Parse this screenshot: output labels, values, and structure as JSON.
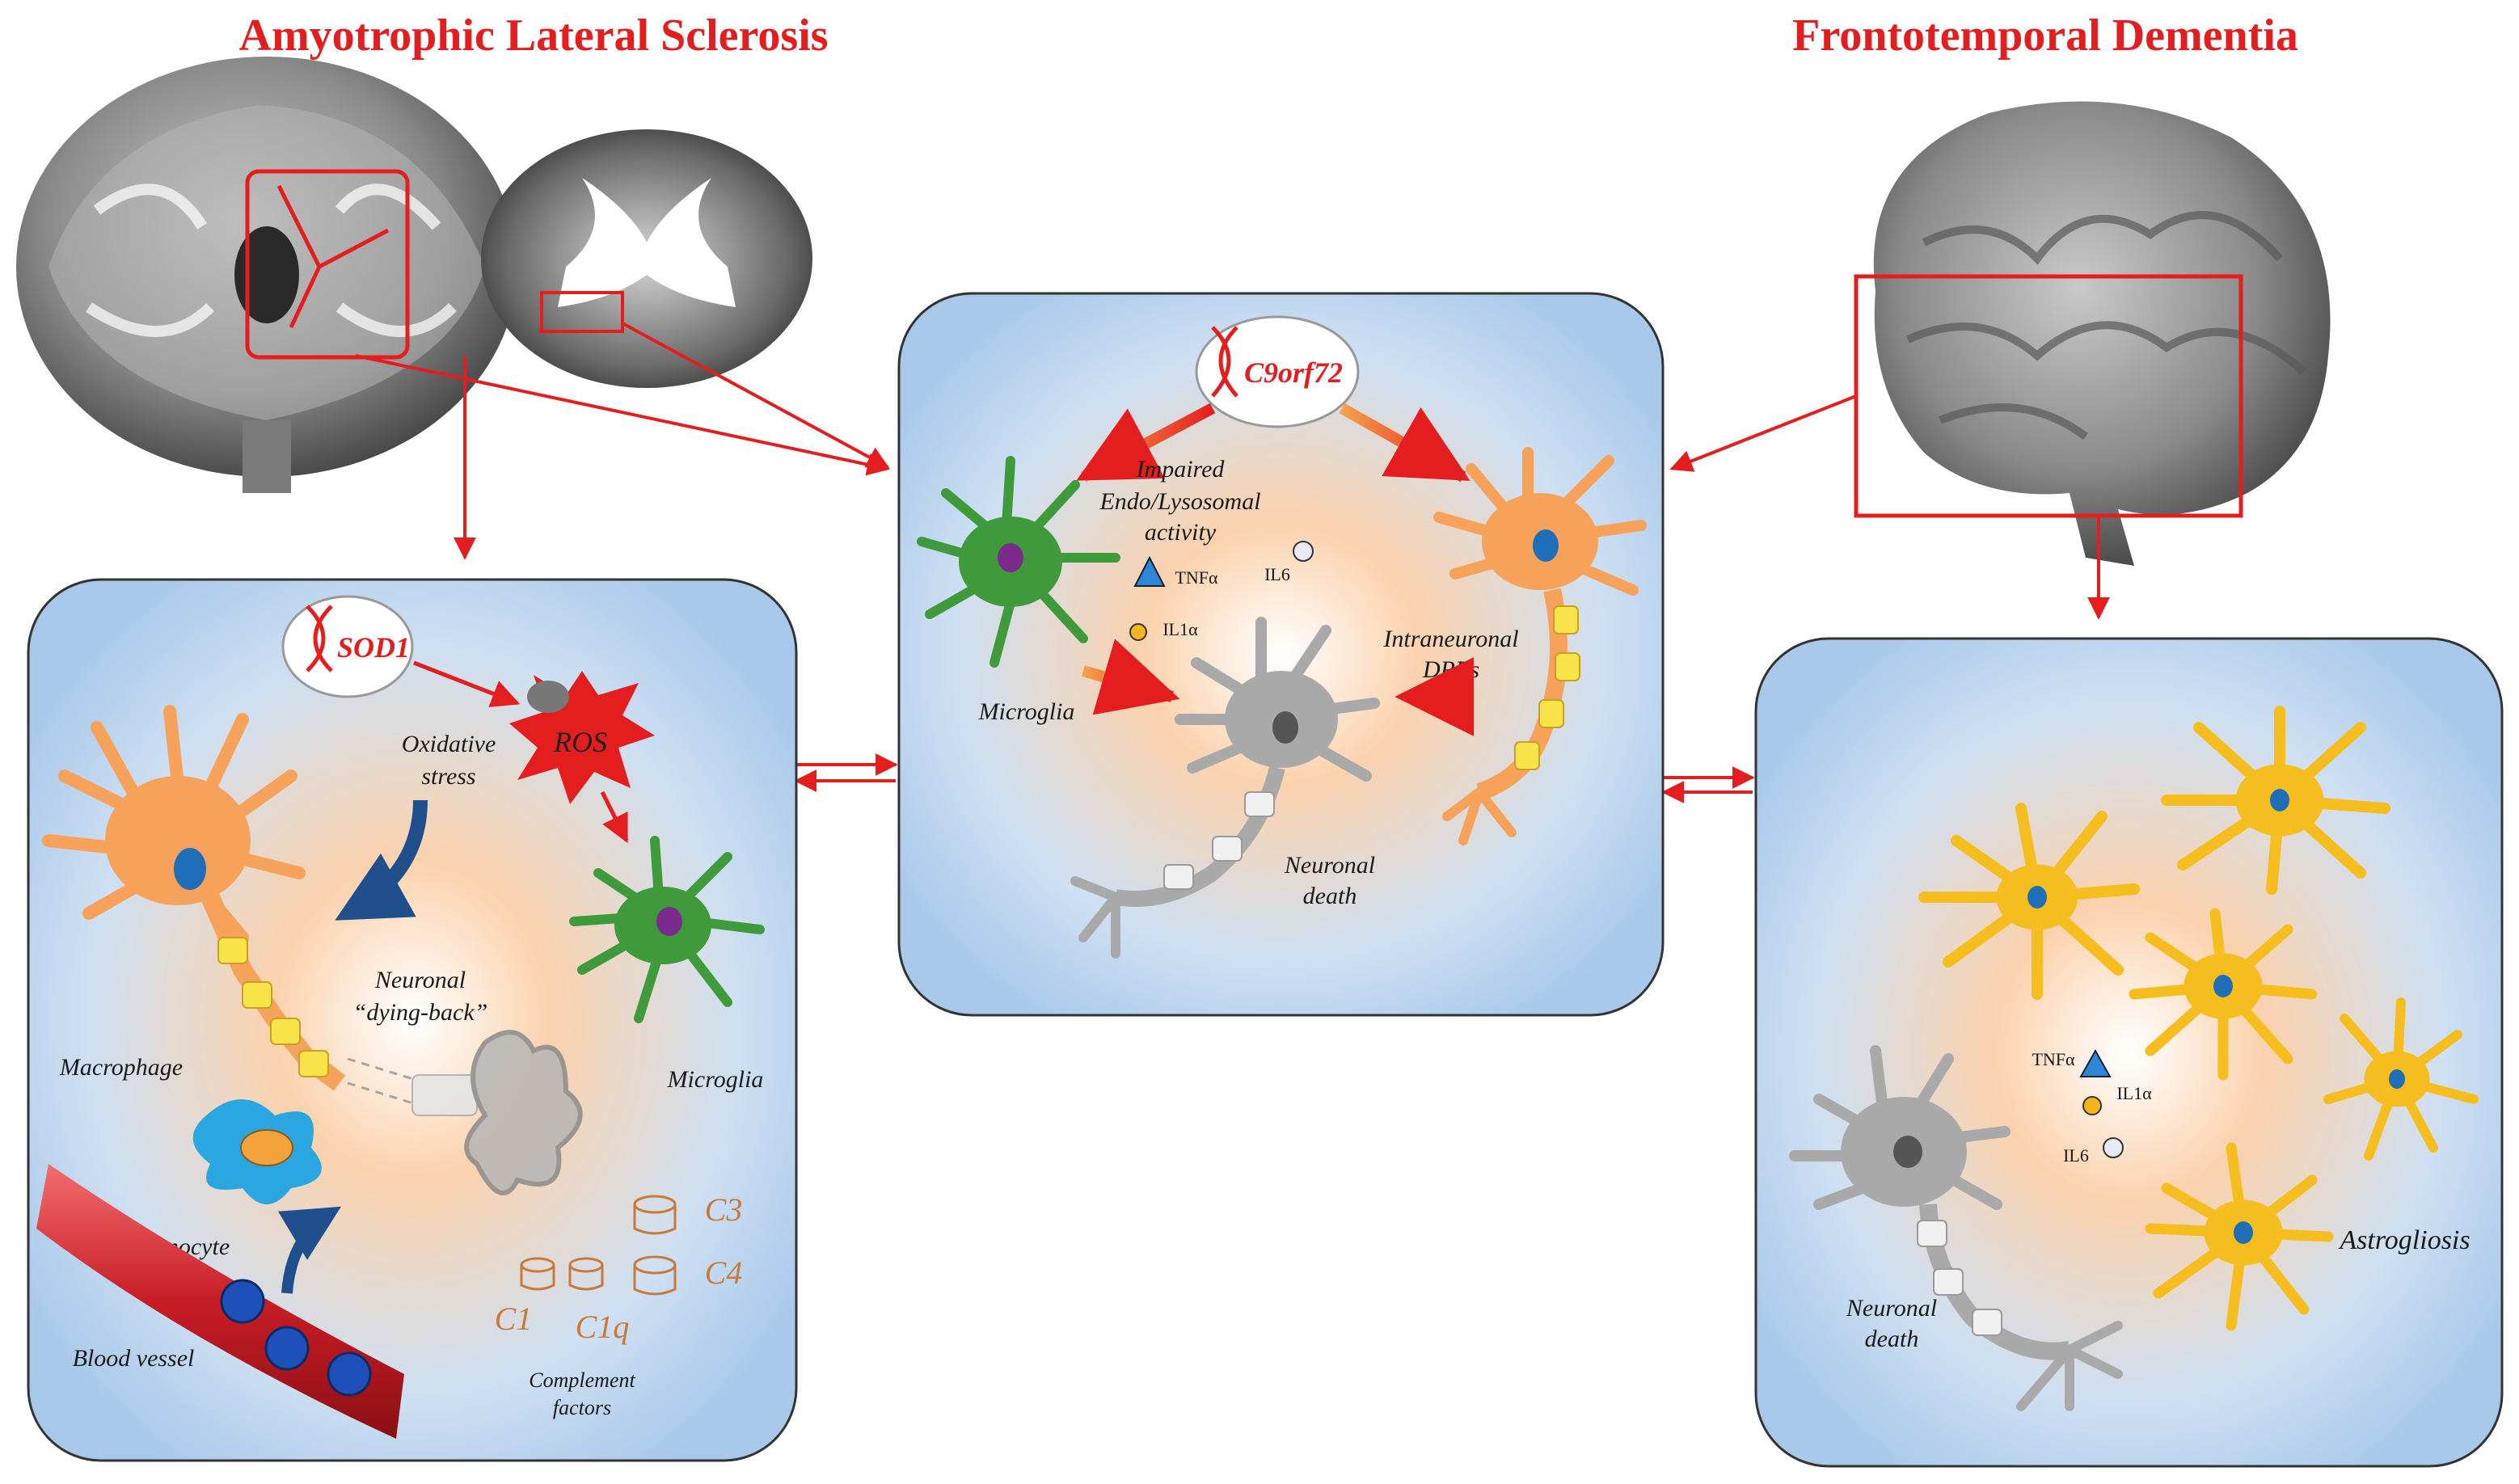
{
  "titles": {
    "als": "Amyotrophic Lateral Sclerosis",
    "ftd": "Frontotemporal Dementia"
  },
  "colors": {
    "title": "#e41e1e",
    "arrow": "#e41e1e",
    "panel_edge": "#a8c8ea",
    "panel_center": "#fbd2ad",
    "neuron_orange": "#f7a25a",
    "microglia_green": "#3f9a3b",
    "astro_yellow": "#f5bd1e",
    "neuron_grey": "#a9a9a9",
    "vessel_red": "#c81d25"
  },
  "left_panel": {
    "gene": "SOD1",
    "ros": "ROS",
    "oxidative_line1": "Oxidative",
    "oxidative_line2": "stress",
    "neuronal_line1": "Neuronal",
    "neuronal_line2": "“dying-back”",
    "macrophage": "Macrophage",
    "microglia": "Microglia",
    "monocyte": "Monocyte",
    "blood_vessel": "Blood vessel",
    "c3": "C3",
    "c4": "C4",
    "c1": "C1",
    "c1q": "C1q",
    "complement_line1": "Complement",
    "complement_line2": "factors"
  },
  "center_panel": {
    "gene": "C9orf72",
    "impaired_line1": "Impaired",
    "impaired_line2": "Endo/Lysosomal",
    "impaired_line3": "activity",
    "tnfa": "TNFα",
    "il6": "IL6",
    "il1a": "IL1α",
    "intraneuronal_line1": "Intraneuronal",
    "intraneuronal_line2": "DRPs",
    "microglia": "Microglia",
    "death_line1": "Neuronal",
    "death_line2": "death"
  },
  "right_panel": {
    "tnfa": "TNFα",
    "il1a": "IL1α",
    "il6": "IL6",
    "astrogliosis": "Astrogliosis",
    "death_line1": "Neuronal",
    "death_line2": "death"
  }
}
